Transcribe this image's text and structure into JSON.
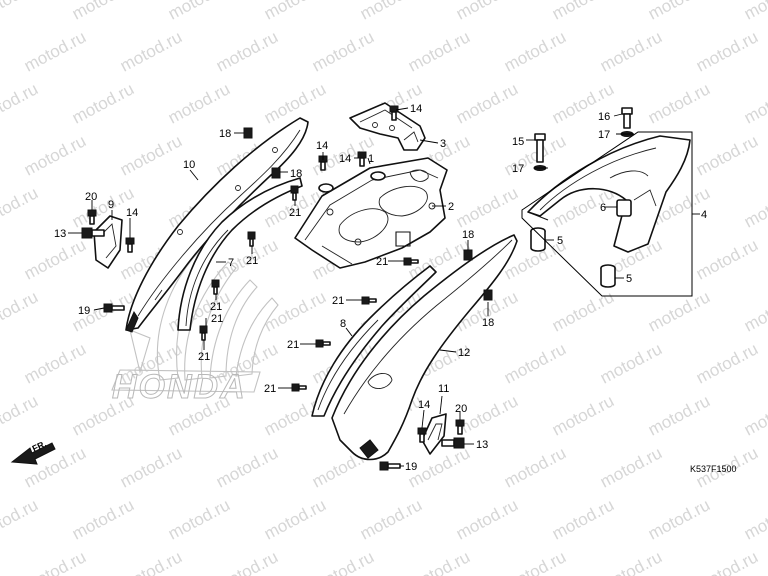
{
  "watermark": {
    "text": "motod.ru"
  },
  "background_logo": {
    "text": "HONDA"
  },
  "direction_marker": {
    "label": "FR.",
    "icon": "arrow-icon"
  },
  "diagram_code": "K537F1500",
  "callouts": [
    {
      "id": "c1",
      "label": "14"
    },
    {
      "id": "c2",
      "label": "3"
    },
    {
      "id": "c3",
      "label": "14"
    },
    {
      "id": "c4",
      "label": "1"
    },
    {
      "id": "c5",
      "label": "14"
    },
    {
      "id": "c6",
      "label": "2"
    },
    {
      "id": "c7",
      "label": "18"
    },
    {
      "id": "c8",
      "label": "18"
    },
    {
      "id": "c9",
      "label": "10"
    },
    {
      "id": "c10",
      "label": "21"
    },
    {
      "id": "c11",
      "label": "20"
    },
    {
      "id": "c12",
      "label": "9"
    },
    {
      "id": "c13",
      "label": "14"
    },
    {
      "id": "c14",
      "label": "13"
    },
    {
      "id": "c15",
      "label": "21"
    },
    {
      "id": "c16",
      "label": "7"
    },
    {
      "id": "c17",
      "label": "21"
    },
    {
      "id": "c18",
      "label": "19"
    },
    {
      "id": "c19",
      "label": "21"
    },
    {
      "id": "c20",
      "label": "21"
    },
    {
      "id": "c21",
      "label": "18"
    },
    {
      "id": "c22",
      "label": "21"
    },
    {
      "id": "c23",
      "label": "18"
    },
    {
      "id": "c24",
      "label": "21"
    },
    {
      "id": "c25",
      "label": "8"
    },
    {
      "id": "c26",
      "label": "21"
    },
    {
      "id": "c27",
      "label": "12"
    },
    {
      "id": "c28",
      "label": "21"
    },
    {
      "id": "c29",
      "label": "11"
    },
    {
      "id": "c30",
      "label": "14"
    },
    {
      "id": "c31",
      "label": "20"
    },
    {
      "id": "c32",
      "label": "13"
    },
    {
      "id": "c33",
      "label": "19"
    },
    {
      "id": "c34",
      "label": "16"
    },
    {
      "id": "c35",
      "label": "15"
    },
    {
      "id": "c36",
      "label": "17"
    },
    {
      "id": "c37",
      "label": "17"
    },
    {
      "id": "c38",
      "label": "6"
    },
    {
      "id": "c39",
      "label": "4"
    },
    {
      "id": "c40",
      "label": "5"
    },
    {
      "id": "c41",
      "label": "5"
    }
  ]
}
